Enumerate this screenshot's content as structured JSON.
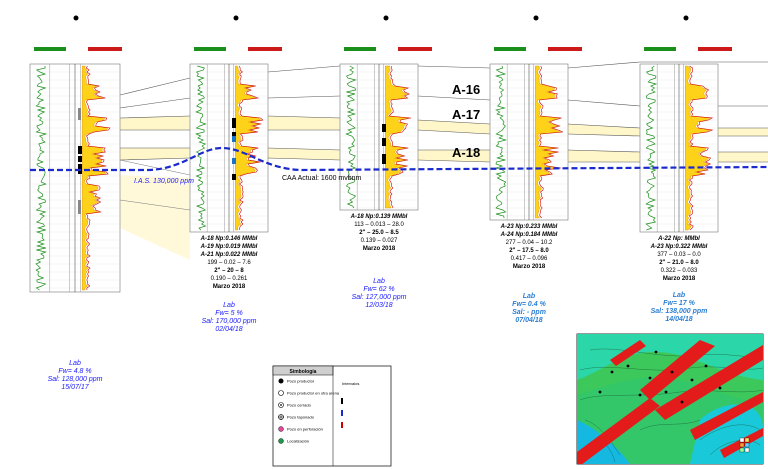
{
  "zones": [
    {
      "name": "A-16"
    },
    {
      "name": "A-17"
    },
    {
      "name": "A-18"
    }
  ],
  "contact_label": "CAA Actual: 1600 mvbnm",
  "ias_label": "I.A.S. 130,000 ppm",
  "wells": [
    {
      "id": "w2",
      "lines": [
        {
          "text": "A-18 Np:0.146 MMbl",
          "style": "bi"
        },
        {
          "text": "A-19 Np:0.019 MMbl",
          "style": "bi"
        },
        {
          "text": "A-21 Np:0.022 MMbl",
          "style": "bi"
        },
        {
          "text": "199 – 0.02 – 7.6",
          "style": "n"
        },
        {
          "text": "2\" – 20 – 8",
          "style": "b"
        },
        {
          "text": "0.190 – 0.261",
          "style": "n"
        },
        {
          "text": "Marzo 2018",
          "style": "b"
        }
      ],
      "lab": [
        "Lab",
        "Fw= 5 %",
        "Sal: 170,000 ppm",
        "02/04/18"
      ]
    },
    {
      "id": "w3",
      "lines": [
        {
          "text": "A-18 Np:0.139 MMbl",
          "style": "bi"
        },
        {
          "text": "113 – 0.013 – 28.0",
          "style": "n"
        },
        {
          "text": "2\" – 25.0 – 8.5",
          "style": "b"
        },
        {
          "text": "0.139 – 0.027",
          "style": "n"
        },
        {
          "text": "Marzo 2018",
          "style": "b"
        }
      ],
      "lab": [
        "Lab",
        "Fw= 62 %",
        "Sal: 127,000 ppm",
        "12/03/18"
      ]
    },
    {
      "id": "w4",
      "lines": [
        {
          "text": "A-23 Np:0.233 MMbl",
          "style": "bi"
        },
        {
          "text": "A-24 Np:0.184 MMbl",
          "style": "bi"
        },
        {
          "text": "277 – 0.04 – 10.2",
          "style": "n"
        },
        {
          "text": "2\" – 17.5 – 8.0",
          "style": "b"
        },
        {
          "text": "0.417 – 0.096",
          "style": "n"
        },
        {
          "text": "Marzo 2018",
          "style": "b"
        }
      ],
      "lab": [
        "Lab",
        "Fw= 0.4 %",
        "Sal: - ppm",
        "07/04/18"
      ]
    },
    {
      "id": "w5",
      "lines": [
        {
          "text": "A-22 Np:       MMbl",
          "style": "bi"
        },
        {
          "text": "A-23 Np:0.322 MMbl",
          "style": "bi"
        },
        {
          "text": "377 – 0.03 – 0.0",
          "style": "n"
        },
        {
          "text": "2\" – 21.0 – 8.0",
          "style": "b"
        },
        {
          "text": "0.322 – 0.033",
          "style": "n"
        },
        {
          "text": "Marzo   2018",
          "style": "b"
        }
      ],
      "lab": [
        "Lab",
        "Fw= 17 %",
        "Sal: 138,000 ppm",
        "14/04/18"
      ]
    }
  ],
  "w1_lab": [
    "Lab",
    "Fw= 4.8 %",
    "Sal: 128,000 ppm",
    "15/07/17"
  ],
  "legend": {
    "title": "Simbología",
    "items": [
      "Pozo productor",
      "Pozo productor en otra arena",
      "Pozo cerrado",
      "Pozo taponado",
      "Pozo en perforación",
      "Localización"
    ],
    "intervals_title": "Intervalos"
  },
  "colors": {
    "gamma": "#1a8f1a",
    "resistivity": "#cc0000",
    "fill": "#ffd21a",
    "contact": "#1a2acc",
    "header_green": "#1a8f1a",
    "header_red": "#cc1a1a"
  }
}
